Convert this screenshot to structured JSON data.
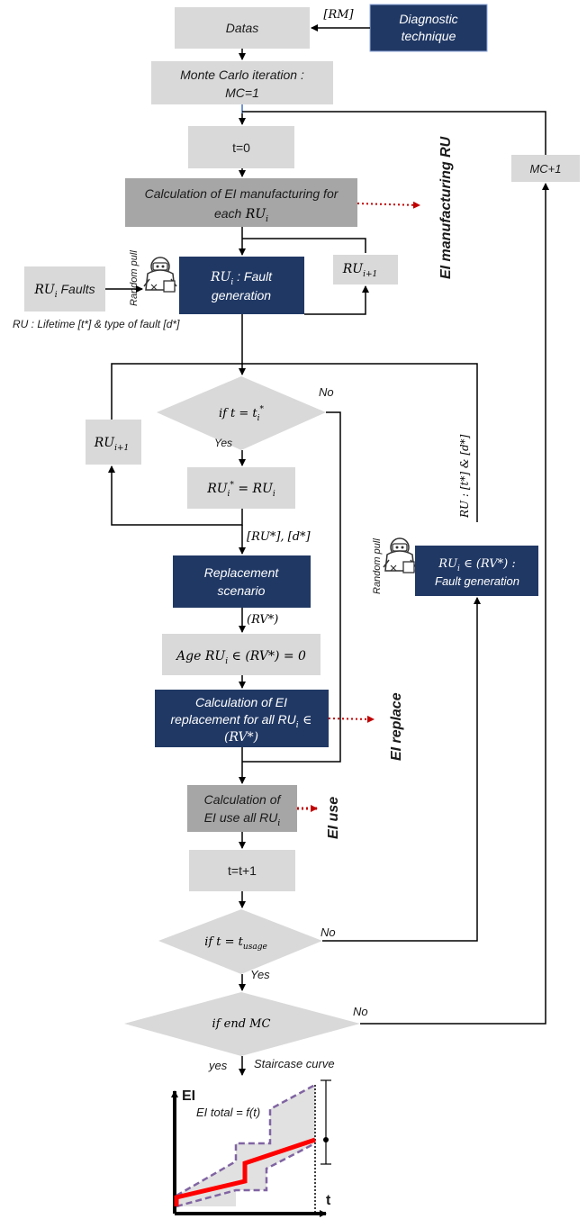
{
  "colors": {
    "light_box": "#d9d9d9",
    "mid_box": "#a6a6a6",
    "dark_box": "#203864",
    "red_dotted_arrow": "#c00000",
    "curve_red": "#ff0000",
    "band_purple": "#8064a2"
  },
  "nodes": {
    "datas": "Datas",
    "diagnostic": [
      "Diagnostic",
      "technique"
    ],
    "rm_label": "[RM]",
    "monte_carlo": [
      "Monte Carlo iteration :",
      "MC=1"
    ],
    "t0": "t=0",
    "calc_manufacturing": [
      "Calculation of EI manufacturing for",
      "each"
    ],
    "ru": "RU",
    "sub_i": "i",
    "sub_i1": "i+1",
    "fault_gen_suffix": " : Fault",
    "fault_gen_line2": "generation",
    "ru_faults_suffix": " Faults",
    "random_pull": "Random pull",
    "lifetime_label": "RU : Lifetime [t*] & type of fault [d*]",
    "if_t_ti": "if t = t",
    "sup_star": "*",
    "no": "No",
    "yes": "Yes",
    "yes_lower": "yes",
    "ru_star_eq": "RU",
    "eq_ru": " = RU",
    "ru_d_label": "[RU*], [d*]",
    "replacement_scenario": [
      "Replacement",
      "scenario"
    ],
    "rv_label": "(RV*)",
    "age_label_a": "Age RU",
    "age_label_b": " ∈ (RV*) = 0",
    "calc_replace": [
      "Calculation of EI",
      "replacement for all RU",
      " ∈",
      "(RV*)"
    ],
    "calc_use": [
      "Calculation of",
      "EI use all RU"
    ],
    "t_plus": "t=t+1",
    "if_t_usage": "if t = t",
    "usage_sub": "usage",
    "if_end_mc": "if end MC",
    "staircase": "Staircase curve",
    "mc_plus": "MC+1",
    "rv_fault_gen": [
      "RU",
      " ∈ (RV*) :",
      "Fault generation"
    ],
    "ru_ti_di": "RU : [t*] & [d*]"
  },
  "side_labels": {
    "ei_manufacturing": "EI manufacturing RU",
    "ei_replace": "EI replace",
    "ei_use": "EI use"
  },
  "mini_chart": {
    "y_label": "EI",
    "x_label": "t",
    "formula": "EI total = f(t)"
  }
}
